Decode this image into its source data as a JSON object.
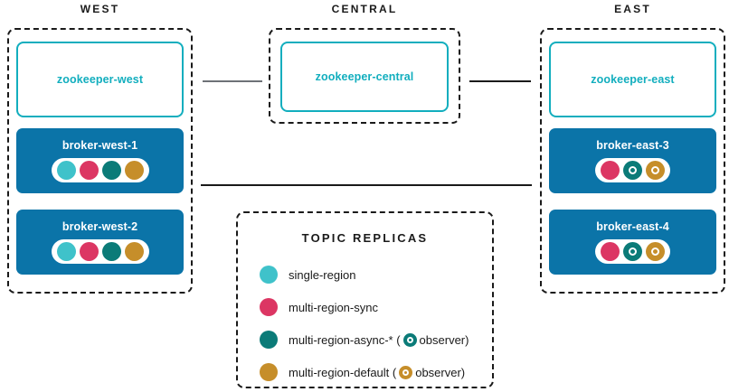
{
  "colors": {
    "single_region": "#3FC2CA",
    "multi_region_sync": "#DC3663",
    "multi_region_async": "#0B7B78",
    "multi_region_default": "#C68E2A",
    "broker_blue": "#0B74A8",
    "zookeeper_cyan": "#12AEBE",
    "dashed_border": "#1a1a1a",
    "zk_connector_gray": "#6E7277",
    "broker_connector_dark": "#1a1a1a"
  },
  "regions": [
    {
      "id": "west",
      "title": "WEST",
      "zookeeper": {
        "label": "zookeeper-west"
      },
      "brokers": [
        {
          "label": "broker-west-1",
          "replicas": [
            {
              "type": "single-region",
              "color": "#3FC2CA",
              "observer": false
            },
            {
              "type": "multi-region-sync",
              "color": "#DC3663",
              "observer": false
            },
            {
              "type": "multi-region-async",
              "color": "#0B7B78",
              "observer": false
            },
            {
              "type": "multi-region-default",
              "color": "#C68E2A",
              "observer": false
            }
          ]
        },
        {
          "label": "broker-west-2",
          "replicas": [
            {
              "type": "single-region",
              "color": "#3FC2CA",
              "observer": false
            },
            {
              "type": "multi-region-sync",
              "color": "#DC3663",
              "observer": false
            },
            {
              "type": "multi-region-async",
              "color": "#0B7B78",
              "observer": false
            },
            {
              "type": "multi-region-default",
              "color": "#C68E2A",
              "observer": false
            }
          ]
        }
      ]
    },
    {
      "id": "central",
      "title": "CENTRAL",
      "zookeeper": {
        "label": "zookeeper-central"
      },
      "brokers": []
    },
    {
      "id": "east",
      "title": "EAST",
      "zookeeper": {
        "label": "zookeeper-east"
      },
      "brokers": [
        {
          "label": "broker-east-3",
          "replicas": [
            {
              "type": "multi-region-sync",
              "color": "#DC3663",
              "observer": false
            },
            {
              "type": "multi-region-async",
              "color": "#0B7B78",
              "observer": true
            },
            {
              "type": "multi-region-default",
              "color": "#C68E2A",
              "observer": true
            }
          ]
        },
        {
          "label": "broker-east-4",
          "replicas": [
            {
              "type": "multi-region-sync",
              "color": "#DC3663",
              "observer": false
            },
            {
              "type": "multi-region-async",
              "color": "#0B7B78",
              "observer": true
            },
            {
              "type": "multi-region-default",
              "color": "#C68E2A",
              "observer": true
            }
          ]
        }
      ]
    }
  ],
  "legend": {
    "title": "TOPIC REPLICAS",
    "items": [
      {
        "color": "#3FC2CA",
        "label": "single-region",
        "has_observer_marker": false,
        "suffix": ""
      },
      {
        "color": "#DC3663",
        "label": "multi-region-sync",
        "has_observer_marker": false,
        "suffix": ""
      },
      {
        "color": "#0B7B78",
        "label": "multi-region-async-* (",
        "has_observer_marker": true,
        "suffix": "observer)"
      },
      {
        "color": "#C68E2A",
        "label": "multi-region-default (",
        "has_observer_marker": true,
        "suffix": "observer)"
      }
    ]
  },
  "connectors": [
    {
      "name": "zookeeper-west-to-central",
      "color": "#6E7277"
    },
    {
      "name": "zookeeper-central-to-east",
      "color": "#6E7277"
    },
    {
      "name": "broker-west-to-east",
      "color": "#1a1a1a"
    }
  ]
}
